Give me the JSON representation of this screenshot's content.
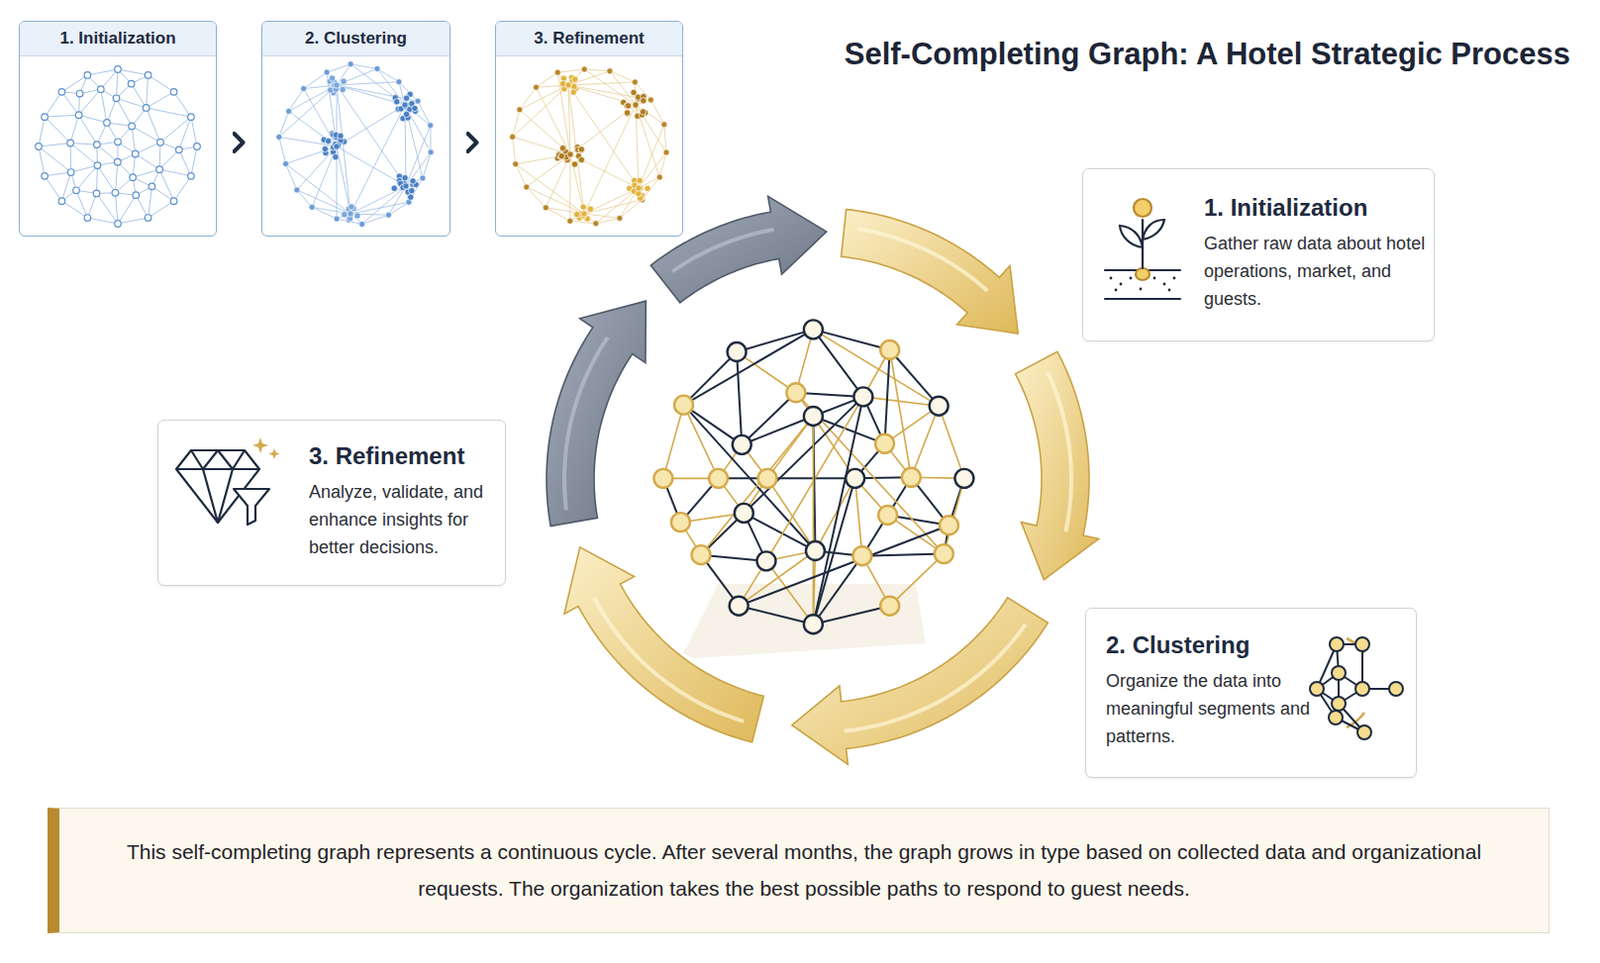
{
  "diagram": {
    "title": "Self-Completing Graph: A Hotel Strategic Process",
    "caption": "This self-completing graph represents a continuous cycle. After several months, the graph grows in type based on collected data and organizational requests. The organization takes the best possible paths to respond to guest needs.",
    "nodes": [
      {
        "text": [
          "1. Initialization"
        ]
      },
      {
        "text": [
          "2. Clustering"
        ]
      },
      {
        "text": [
          "3. Refinement"
        ]
      },
      {
        "text": [
          "1. Initialization",
          "Gather raw data about hotel operations, market, and guests."
        ]
      },
      {
        "text": [
          "3. Refinement",
          "Analyze, validate, and enhance insights for better decisions."
        ]
      },
      {
        "text": [
          "2. Clustering",
          "Organize the data into meaningful segments and patterns."
        ]
      }
    ],
    "edges": [
      {
        "from": 0,
        "to": 1,
        "arrow": "to"
      },
      {
        "from": 1,
        "to": 2,
        "arrow": "to"
      }
    ]
  }
}
